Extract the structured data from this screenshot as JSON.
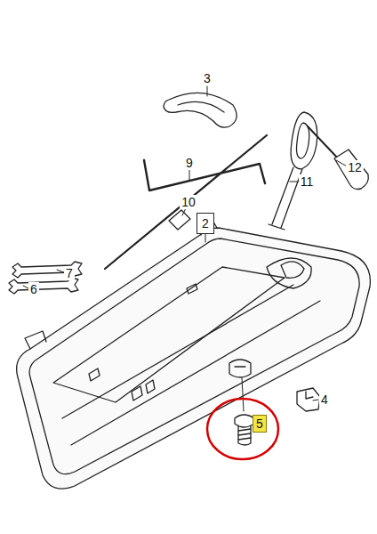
{
  "diagram": {
    "nodes": [
      {
        "text": [
          "2"
        ]
      },
      {
        "text": [
          "5"
        ]
      }
    ],
    "labels": [
      "3",
      "9",
      "12",
      "11",
      "10",
      "7",
      "6",
      "4"
    ]
  }
}
